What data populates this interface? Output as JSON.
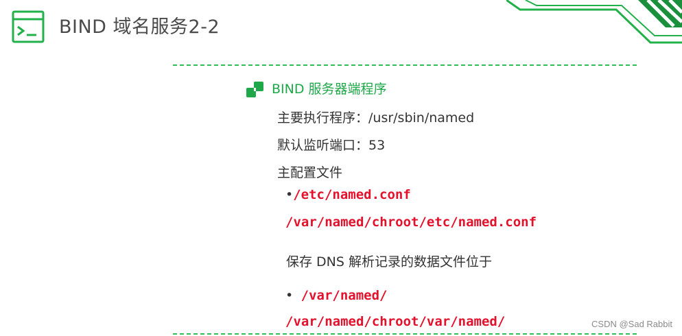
{
  "header": {
    "title": "BIND 域名服务2-2"
  },
  "section": {
    "title": "BIND 服务器端程序"
  },
  "content": {
    "main_program": "主要执行程序：/usr/sbin/named",
    "default_port": "默认监听端口：53",
    "config_heading": "主配置文件",
    "config_path_1": "/etc/named.conf",
    "config_path_2": "/var/named/chroot/etc/named.conf",
    "records_heading": "保存 DNS 解析记录的数据文件位于",
    "records_path_1": "/var/named/",
    "records_path_2": "/var/named/chroot/var/named/",
    "bullet": "•"
  },
  "watermark": "CSDN @Sad Rabbit",
  "colors": {
    "accent_green": "#1fa84a",
    "path_red": "#e3112b",
    "text": "#333333"
  },
  "icons": {
    "title": "terminal-window-icon",
    "section": "green-squares-icon"
  }
}
